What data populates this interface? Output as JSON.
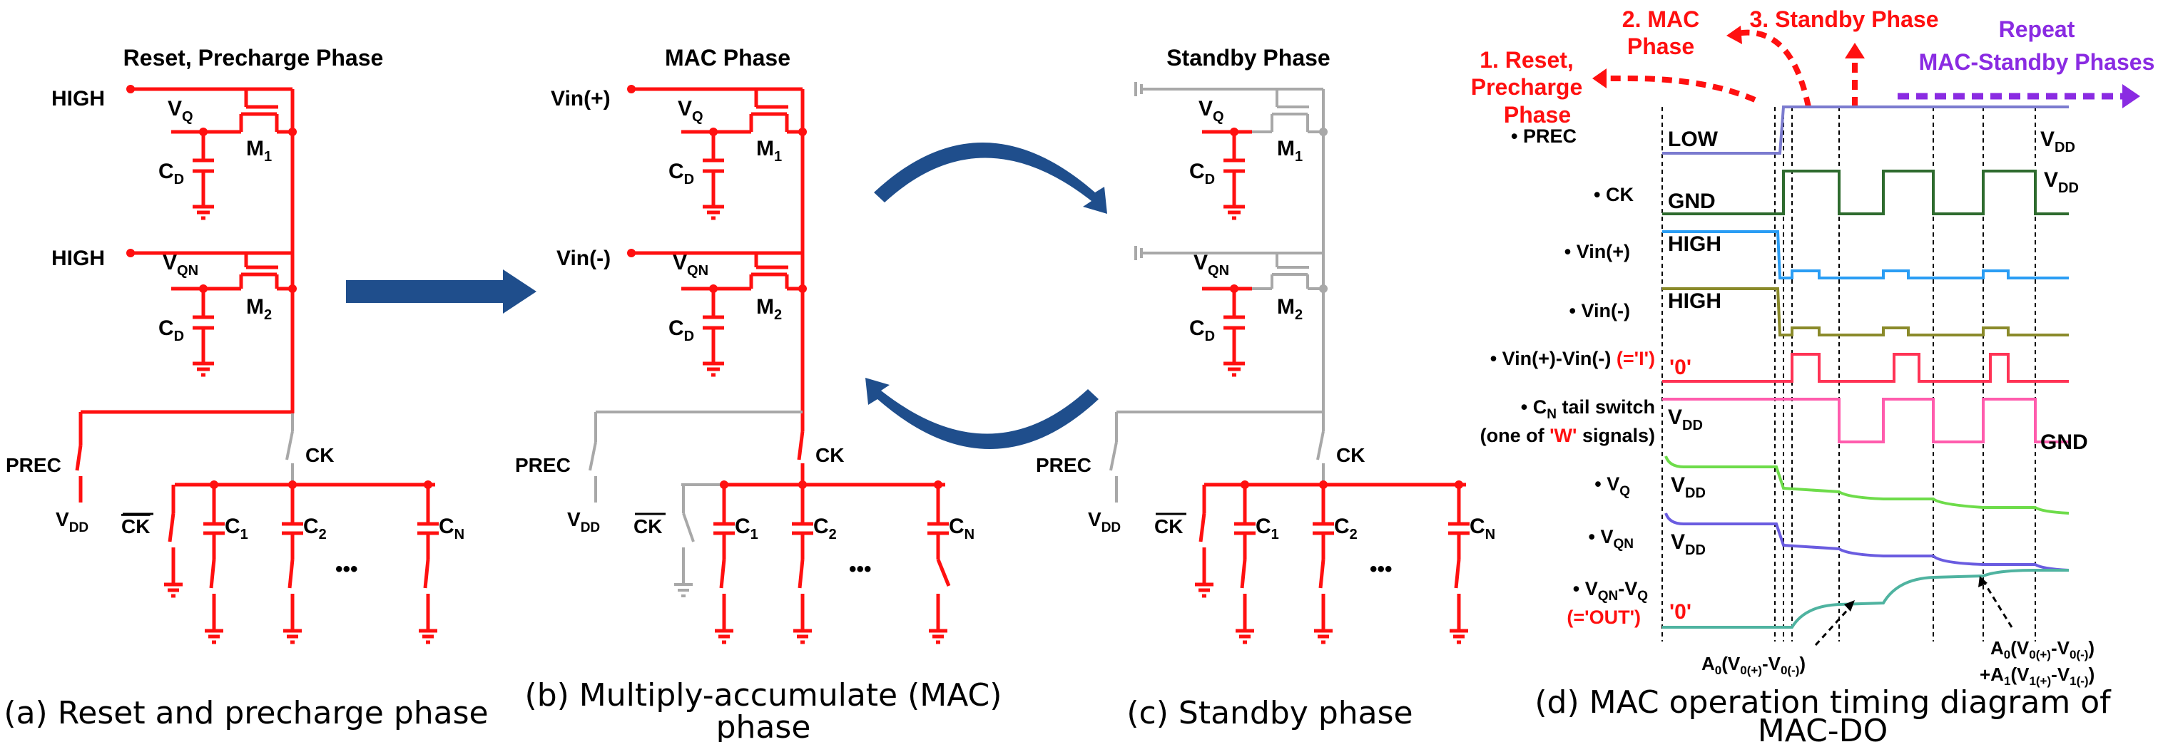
{
  "colors": {
    "red": "#ff1010",
    "gray": "#a8a8a8",
    "arrow_blue": "#1f4e8c",
    "purple": "#8a2be2"
  },
  "panel_a": {
    "title": "Reset, Precharge Phase",
    "caption": "(a) Reset and precharge phase",
    "high1": "HIGH",
    "high2": "HIGH"
  },
  "panel_b": {
    "title": "MAC Phase",
    "caption_line1": "(b) Multiply-accumulate (MAC)",
    "caption_line2": "phase",
    "vin_plus": "Vin(+)",
    "vin_minus": "Vin(-)"
  },
  "panel_c": {
    "title": "Standby Phase",
    "caption": "(c) Standby phase"
  },
  "circuit_labels": {
    "vq_main": "V",
    "vq_sub": "Q",
    "vqn_main": "V",
    "vqn_sub": "QN",
    "cd_main": "C",
    "cd_sub": "D",
    "m1_main": "M",
    "m1_sub": "1",
    "m2_main": "M",
    "m2_sub": "2",
    "prec": "PREC",
    "ck": "CK",
    "ckbar": "CK",
    "vdd_main": "V",
    "vdd_sub": "DD",
    "c1_main": "C",
    "c1_sub": "1",
    "c2_main": "C",
    "c2_sub": "2",
    "cn_main": "C",
    "cn_sub": "N",
    "dots": "•••"
  },
  "panel_d": {
    "caption_line1": "(d) MAC operation timing diagram of",
    "caption_line2": "MAC-DO",
    "phase1_l1": "1. Reset,",
    "phase1_l2": "Precharge",
    "phase1_l3": "Phase",
    "phase2_l1": "2. MAC",
    "phase2_l2": "Phase",
    "phase3": "3. Standby Phase",
    "repeat_l1": "Repeat",
    "repeat_l2": "MAC-Standby Phases",
    "sig_prec": "• PREC",
    "sig_ck": "• CK",
    "sig_vinp": "• Vin(+)",
    "sig_vinm": "• Vin(-)",
    "sig_diff": "• Vin(+)-Vin(-)",
    "sig_diff_note": "(='I')",
    "sig_cn_l1": "• C",
    "sig_cn_sub": "N",
    "sig_cn_l1b": " tail switch",
    "sig_cn_l2a": "(one of ",
    "sig_cn_w": "'W'",
    "sig_cn_l2b": " signals)",
    "sig_vq": "• V",
    "sig_vq_sub": "Q",
    "sig_vqn": "• V",
    "sig_vqn_sub": "QN",
    "sig_out_l1": "• V",
    "sig_out_sub1": "QN",
    "sig_out_mid": "-V",
    "sig_out_sub2": "Q",
    "sig_out_l2": "(='OUT')",
    "val_low": "LOW",
    "val_vdd": "V",
    "val_vdd_sub": "DD",
    "val_gnd": "GND",
    "val_high": "HIGH",
    "val_zero": "'0'",
    "ann_a0": "A",
    "ann_a0_sub": "0",
    "ann_a0_rest": "(V",
    "ann_a0_s1": "0(+)",
    "ann_a0_m": "-V",
    "ann_a0_s2": "0(-)",
    "ann_a0_end": ")",
    "ann_sum_l1": "A",
    "ann_sum_l1_sub": "0",
    "ann_sum_l1_rest": "(V",
    "ann_sum_l1_s1": "0(+)",
    "ann_sum_l1_m": "-V",
    "ann_sum_l1_s2": "0(-)",
    "ann_sum_l1_end": ")",
    "ann_sum_l2": "+A",
    "ann_sum_l2_sub": "1",
    "ann_sum_l2_rest": "(V",
    "ann_sum_l2_s1": "1(+)",
    "ann_sum_l2_m": "-V",
    "ann_sum_l2_s2": "1(-)",
    "ann_sum_l2_end": ")"
  }
}
